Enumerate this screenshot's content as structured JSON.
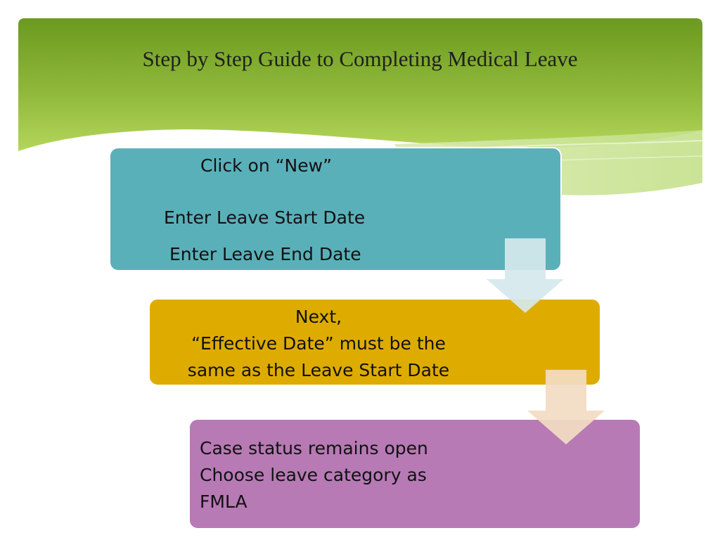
{
  "slide": {
    "title": "Step by Step Guide to Completing Medical Leave"
  },
  "colors": {
    "header_green_dark": "#6b9a1e",
    "header_green_light": "#b4d65a",
    "step1": "#5ab0b9",
    "step2": "#deac00",
    "step3": "#b77ab5",
    "arrow1": "#d5e8ec",
    "arrow2": "#f2dcc2"
  },
  "steps": [
    {
      "lines": [
        "Click on “New”",
        "Enter Leave Start Date",
        "Enter Leave End Date"
      ]
    },
    {
      "lines": [
        "Next,",
        "“Effective Date” must be the",
        "same as the Leave Start Date"
      ]
    },
    {
      "lines": [
        "Case status remains open",
        "Choose leave category as",
        "FMLA"
      ]
    }
  ]
}
